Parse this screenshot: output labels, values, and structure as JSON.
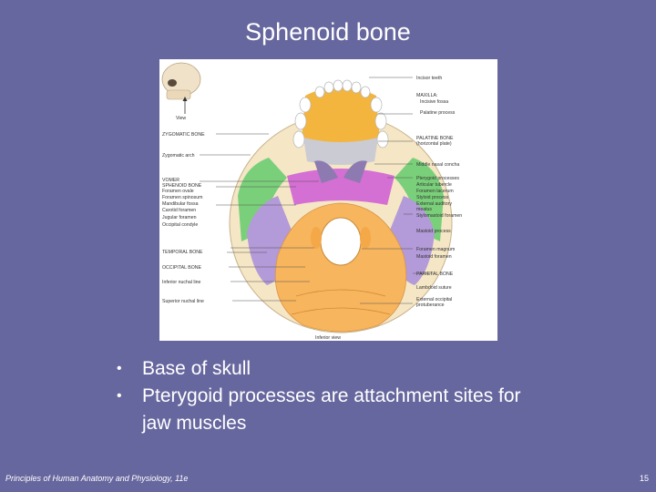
{
  "slide": {
    "title": "Sphenoid bone",
    "footer_left": "Principles of Human Anatomy and Physiology, 11e",
    "page_number": "15"
  },
  "bullets": [
    "Base of skull",
    "Pterygoid processes are attachment sites for jaw muscles"
  ],
  "figure": {
    "view_label": "View",
    "bottom_caption": "Inferior view",
    "left_labels": [
      "ZYGOMATIC BONE",
      "Zygomatic arch",
      "VOMER",
      "SPHENOID BONE",
      "Foramen ovale",
      "Foramen spinosum",
      "Mandibular fossa",
      "Carotid foramen",
      "Jugular foramen",
      "Occipital condyle",
      "TEMPORAL BONE",
      "OCCIPITAL BONE",
      "Inferior nuchal line",
      "Superior nuchal line"
    ],
    "right_labels": [
      "Incisor teeth",
      "MAXILLA:",
      "Incisive fossa",
      "Palatine process",
      "PALATINE BONE",
      "(horizontal plate)",
      "Middle nasal concha",
      "Pterygoid processes",
      "Articular tubercle",
      "Foramen lacerum",
      "Styloid process",
      "External auditory",
      "meatus",
      "Stylomastoid foramen",
      "Mastoid process",
      "Foramen magnum",
      "Mastoid foramen",
      "PARIETAL BONE",
      "Lambdoid suture",
      "External occipital",
      "protuberance"
    ]
  }
}
